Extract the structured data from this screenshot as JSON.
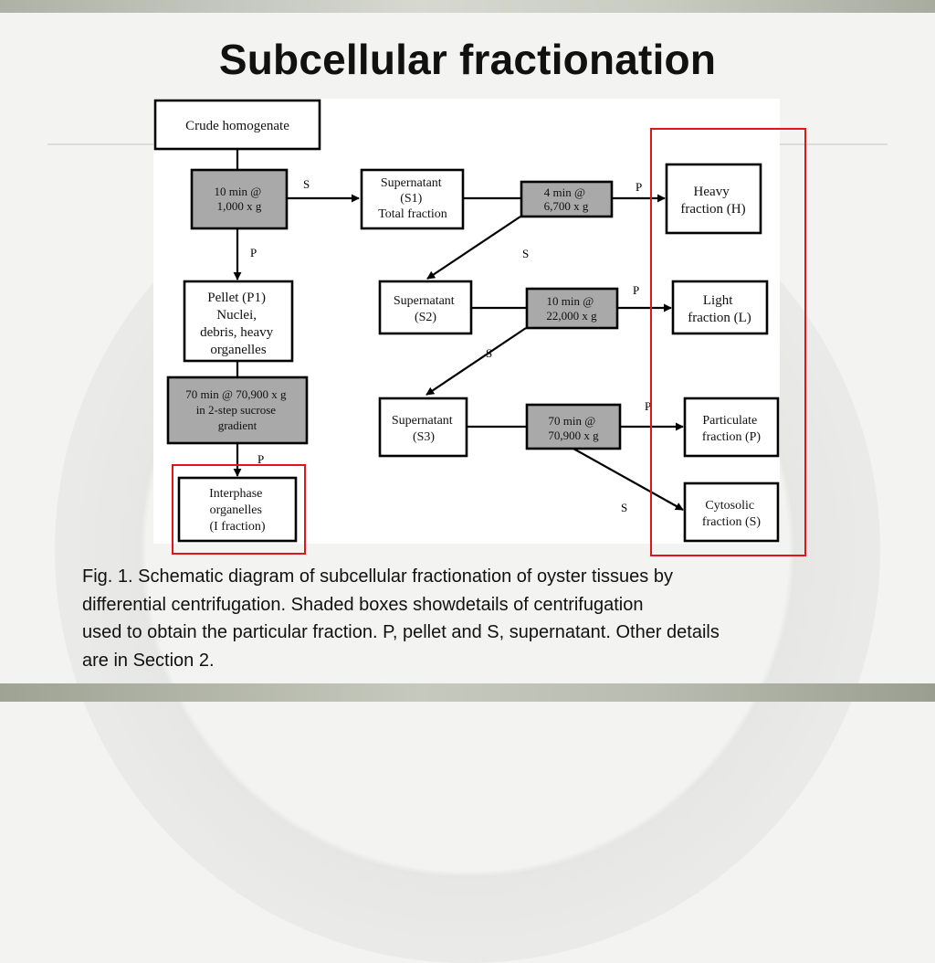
{
  "slide": {
    "title": "Subcellular fractionation"
  },
  "diagram": {
    "boxes": {
      "crude": [
        "Crude homogenate"
      ],
      "spin1": [
        "10 min @",
        "1,000 x g"
      ],
      "pellet1": [
        "Pellet (P1)",
        "Nuclei,",
        "debris, heavy",
        "organelles"
      ],
      "grad": [
        "70 min @ 70,900 x g",
        "in 2-step sucrose",
        "gradient"
      ],
      "interphase": [
        "Interphase",
        "organelles",
        "(I fraction)"
      ],
      "s1": [
        "Supernatant",
        "(S1)",
        "Total fraction"
      ],
      "spin2": [
        "4 min @",
        "6,700 x g"
      ],
      "heavy": [
        "Heavy",
        "fraction (H)"
      ],
      "s2": [
        "Supernatant",
        "(S2)"
      ],
      "spin3": [
        "10 min @",
        "22,000 x g"
      ],
      "light": [
        "Light",
        "fraction (L)"
      ],
      "s3": [
        "Supernatant",
        "(S3)"
      ],
      "spin4": [
        "70 min @",
        "70,900 x g"
      ],
      "particulate": [
        "Particulate",
        "fraction (P)"
      ],
      "cytosolic": [
        "Cytosolic",
        "fraction (S)"
      ]
    },
    "edge_labels": {
      "s": "S",
      "p": "P"
    }
  },
  "caption": {
    "lines": [
      "Fig. 1. Schematic diagram of subcellular fractionation of oyster tissues by",
      "differential centrifugation. Shaded boxes showdetails of centrifugation",
      "used to obtain the particular fraction. P, pellet and S, supernatant. Other details",
      "are in Section 2."
    ]
  },
  "colors": {
    "highlight_red": "#e0141b",
    "shaded_box": "#a9a9a9"
  }
}
